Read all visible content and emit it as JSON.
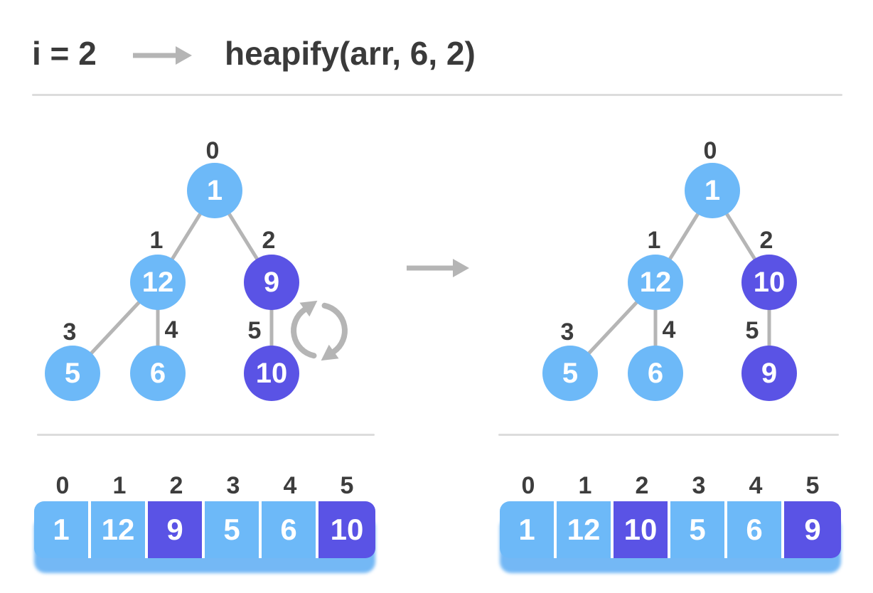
{
  "title": {
    "iteration_label": "i = 2",
    "call_label": "heapify(arr, 6, 2)"
  },
  "colors": {
    "node_blue": "#6db9f8",
    "node_purple": "#5a53e5",
    "edge_gray": "#b5b5b5",
    "text_dark": "#3d3d3d",
    "divider_gray": "#dcdcdc",
    "array_glow_blue": "#74b8f5",
    "value_text": "#ffffff"
  },
  "icons": {
    "header_arrow": "right-arrow-icon",
    "transition_arrow": "right-arrow-icon",
    "swap": "swap-arrows-icon"
  },
  "trees": {
    "before": {
      "nodes": [
        {
          "index": "0",
          "value": "1"
        },
        {
          "index": "1",
          "value": "12"
        },
        {
          "index": "2",
          "value": "9"
        },
        {
          "index": "3",
          "value": "5"
        },
        {
          "index": "4",
          "value": "6"
        },
        {
          "index": "5",
          "value": "10"
        }
      ],
      "highlighted_indices": [
        2,
        5
      ]
    },
    "after": {
      "nodes": [
        {
          "index": "0",
          "value": "1"
        },
        {
          "index": "1",
          "value": "12"
        },
        {
          "index": "2",
          "value": "10"
        },
        {
          "index": "3",
          "value": "5"
        },
        {
          "index": "4",
          "value": "6"
        },
        {
          "index": "5",
          "value": "9"
        }
      ],
      "highlighted_indices": [
        2,
        5
      ]
    }
  },
  "arrays": {
    "before": {
      "indices": [
        "0",
        "1",
        "2",
        "3",
        "4",
        "5"
      ],
      "values": [
        "1",
        "12",
        "9",
        "5",
        "6",
        "10"
      ],
      "highlighted_cells": [
        2,
        5
      ]
    },
    "after": {
      "indices": [
        "0",
        "1",
        "2",
        "3",
        "4",
        "5"
      ],
      "values": [
        "1",
        "12",
        "10",
        "5",
        "6",
        "9"
      ],
      "highlighted_cells": [
        2,
        5
      ]
    }
  }
}
